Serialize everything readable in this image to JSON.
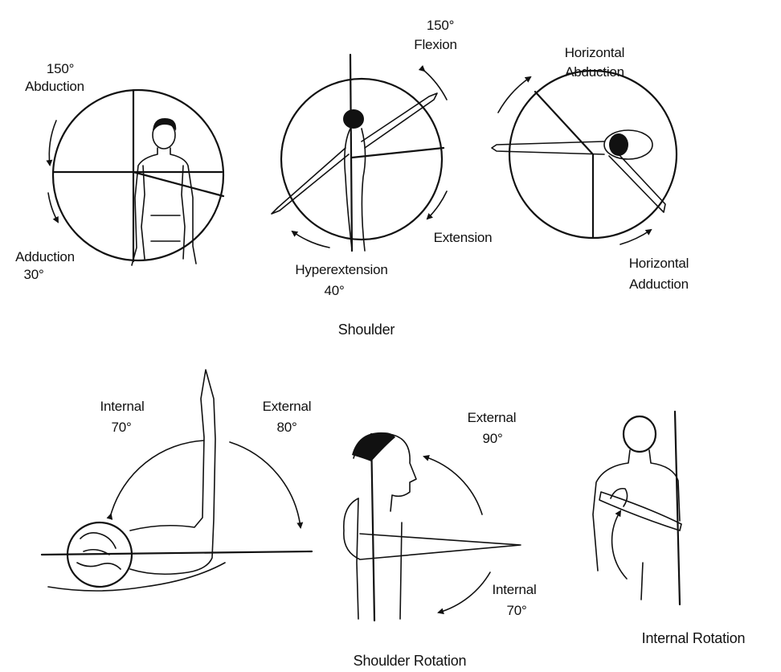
{
  "colors": {
    "ink": "#111111",
    "paper": "#ffffff"
  },
  "captions": {
    "shoulder": "Shoulder",
    "shoulder_rotation": "Shoulder Rotation",
    "internal_rotation": "Internal Rotation"
  },
  "panels": {
    "abduction": {
      "top_degree": "150°",
      "top_label": "Abduction",
      "bottom_label": "Adduction",
      "bottom_degree": "30°"
    },
    "flexion": {
      "top_degree": "150°",
      "top_label": "Flexion",
      "extension_label": "Extension",
      "hyper_label": "Hyperextension",
      "hyper_degree": "40°"
    },
    "horizontal": {
      "abduction_line1": "Horizontal",
      "abduction_line2": "Abduction",
      "adduction_line1": "Horizontal",
      "adduction_line2": "Adduction"
    },
    "rotation_lying": {
      "internal_label": "Internal",
      "internal_degree": "70°",
      "external_label": "External",
      "external_degree": "80°"
    },
    "rotation_standing": {
      "external_label": "External",
      "external_degree": "90°",
      "internal_label": "Internal",
      "internal_degree": "70°"
    }
  }
}
